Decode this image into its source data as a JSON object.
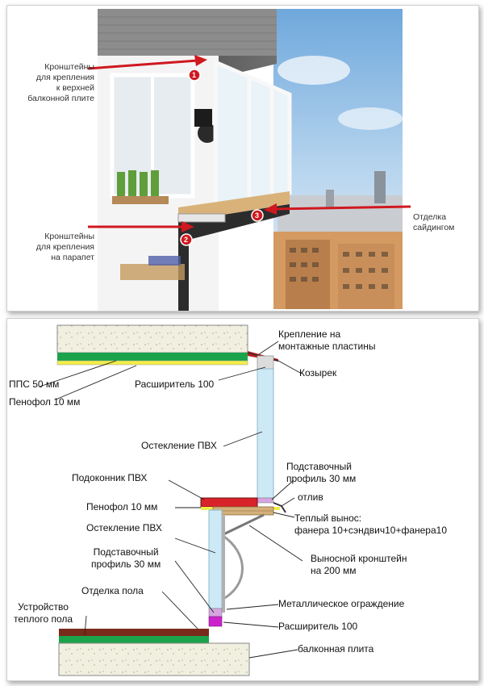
{
  "photo": {
    "labels": {
      "top_brackets": [
        "Кронштейны",
        "для крепления",
        "к верхней",
        "балконной плите"
      ],
      "parapet_brackets": [
        "Кронштейны",
        "для крепления",
        "на парапет"
      ],
      "siding": [
        "Отделка",
        "сайдингом"
      ]
    },
    "markers": [
      "1",
      "2",
      "3"
    ],
    "colors": {
      "arrow": "#d0181f",
      "sky": "#8ab8e3",
      "wall": "#f4f4f4"
    }
  },
  "diagram": {
    "labels": {
      "mount": [
        "Крепление на",
        "монтажные пластины"
      ],
      "visor": "Козырек",
      "pps": "ППС 50 мм",
      "penofol_top": "Пенофол 10 мм",
      "expander_top": "Расширитель 100",
      "glazing_top": "Остекление ПВХ",
      "sill": "Подоконник ПВХ",
      "stand_profile_top": [
        "Подставочный",
        "профиль 30 мм"
      ],
      "drip": "отлив",
      "penofol_mid": "Пенофол 10 мм",
      "warm_extension": [
        "Теплый вынос:",
        "фанера 10+сэндвич10+фанера10"
      ],
      "glazing_bottom": "Остекление ПВХ",
      "bracket": [
        "Выносной кронштейн",
        "на 200 мм"
      ],
      "stand_profile_bottom": [
        "Подставочный",
        "профиль 30 мм"
      ],
      "floor_finish": "Отделка пола",
      "metal_fence": "Металлическое ограждение",
      "warm_floor": [
        "Устройство",
        "теплого пола"
      ],
      "expander_bottom": "Расширитель 100",
      "slab": "балконная плита"
    },
    "colors": {
      "insulation_green": "#1aa34a",
      "penofol_yellow": "#f2ec4a",
      "glass": "#cde9f5",
      "sill_red": "#d8232a",
      "floor_brown": "#7a2a1a",
      "concrete": "#f1efdf"
    }
  }
}
